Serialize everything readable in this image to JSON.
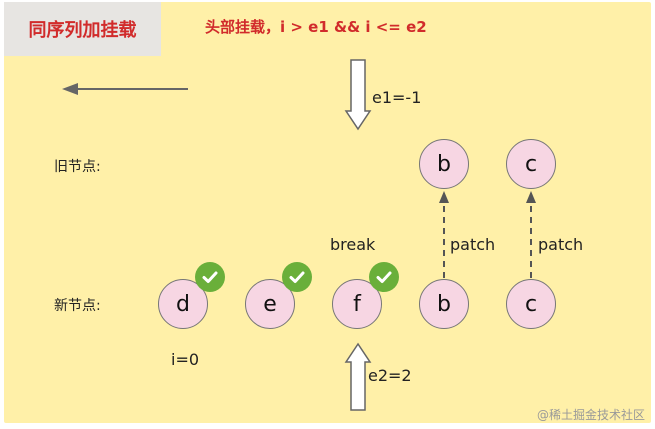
{
  "header": {
    "title": "同序列加挂载",
    "subtitle": "头部挂载，i > e1 && i <= e2"
  },
  "labels": {
    "e1": "e1=-1",
    "e2": "e2=2",
    "i": "i=0",
    "break": "break",
    "old_row": "旧节点:",
    "new_row": "新节点:",
    "patch_1": "patch",
    "patch_2": "patch"
  },
  "old_nodes": [
    "b",
    "c"
  ],
  "new_nodes": [
    "d",
    "e",
    "f",
    "b",
    "c"
  ],
  "checked_new_nodes": [
    "d",
    "e",
    "f"
  ],
  "watermark": "@稀土掘金技术社区",
  "colors": {
    "panel": "#fff0a8",
    "title_bg": "#e7e5e2",
    "title_text": "#d12b2b",
    "node_fill": "#f7d6e3",
    "check_badge": "#6aaf3a"
  }
}
